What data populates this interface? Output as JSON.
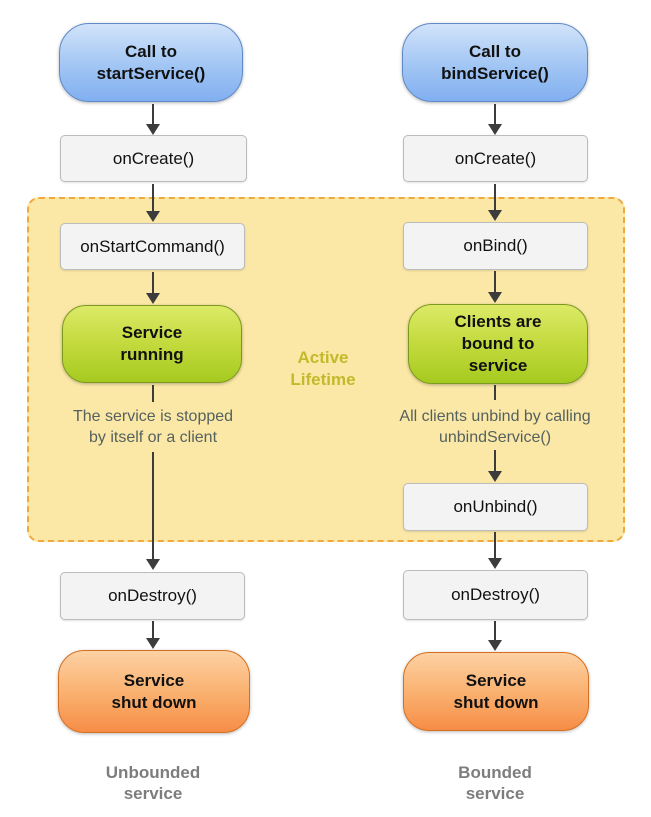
{
  "colors": {
    "start_node_fill": "#a5c8f4",
    "start_node_border": "#5f8ac7",
    "callback_node_fill": "#f3f3f3",
    "callback_node_border": "#bcbcbc",
    "running_node_fill": "#c3da3d",
    "running_node_border": "#7a9a1f",
    "shutdown_node_fill": "#fab271",
    "shutdown_node_border": "#d66f1f",
    "active_region_fill": "#fbe8a6",
    "active_region_border": "#efa93d",
    "active_label_text": "#c3ba2b",
    "note_text": "#55615f",
    "caption_text": "#7d7d7d",
    "arrow": "#3c3c3c"
  },
  "active_region": {
    "label": "Active\nLifetime"
  },
  "left_column": {
    "start": "Call to\nstartService()",
    "on_create": "onCreate()",
    "on_start_command": "onStartCommand()",
    "running": "Service\nrunning",
    "note": "The service is stopped\nby itself or a client",
    "on_destroy": "onDestroy()",
    "shutdown": "Service\nshut down",
    "caption": "Unbounded\nservice"
  },
  "right_column": {
    "start": "Call to\nbindService()",
    "on_create": "onCreate()",
    "on_bind": "onBind()",
    "bound": "Clients are\nbound to\nservice",
    "note": "All clients unbind by calling\nunbindService()",
    "on_unbind": "onUnbind()",
    "on_destroy": "onDestroy()",
    "shutdown": "Service\nshut down",
    "caption": "Bounded\nservice"
  }
}
